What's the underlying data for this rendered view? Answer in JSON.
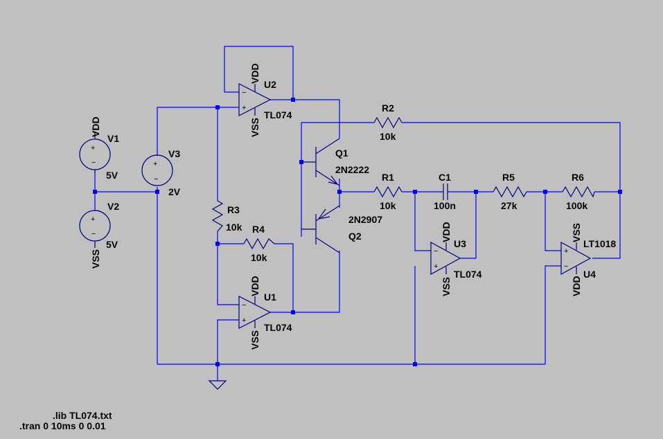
{
  "sources": {
    "V1": {
      "name": "V1",
      "value": "5V",
      "net": "VDD"
    },
    "V2": {
      "name": "V2",
      "value": "5V",
      "net": "VSS"
    },
    "V3": {
      "name": "V3",
      "value": "2V"
    }
  },
  "resistors": {
    "R1": {
      "name": "R1",
      "value": "10k"
    },
    "R2": {
      "name": "R2",
      "value": "10k"
    },
    "R3": {
      "name": "R3",
      "value": "10k"
    },
    "R4": {
      "name": "R4",
      "value": "10k"
    },
    "R5": {
      "name": "R5",
      "value": "27k"
    },
    "R6": {
      "name": "R6",
      "value": "100k"
    }
  },
  "capacitors": {
    "C1": {
      "name": "C1",
      "value": "100n"
    }
  },
  "transistors": {
    "Q1": {
      "name": "Q1",
      "model": "2N2222"
    },
    "Q2": {
      "name": "Q2",
      "model": "2N2907"
    }
  },
  "opamps": {
    "U1": {
      "name": "U1",
      "model": "TL074",
      "vp": "VDD",
      "vn": "VSS"
    },
    "U2": {
      "name": "U2",
      "model": "TL074",
      "vp": "VDD",
      "vn": "VSS"
    },
    "U3": {
      "name": "U3",
      "model": "TL074",
      "vp": "VDD",
      "vn": "VSS"
    },
    "U4": {
      "name": "U4",
      "model": "LT1018",
      "vp": "VSS",
      "vn": "VDD"
    }
  },
  "directives": {
    "lib": ".lib TL074.txt",
    "tran": ".tran 0 10ms 0 0.01"
  },
  "colors": {
    "background": "#c0c0c0",
    "wire": "#0000ff",
    "symbol": "#000080",
    "text": "#000000"
  }
}
